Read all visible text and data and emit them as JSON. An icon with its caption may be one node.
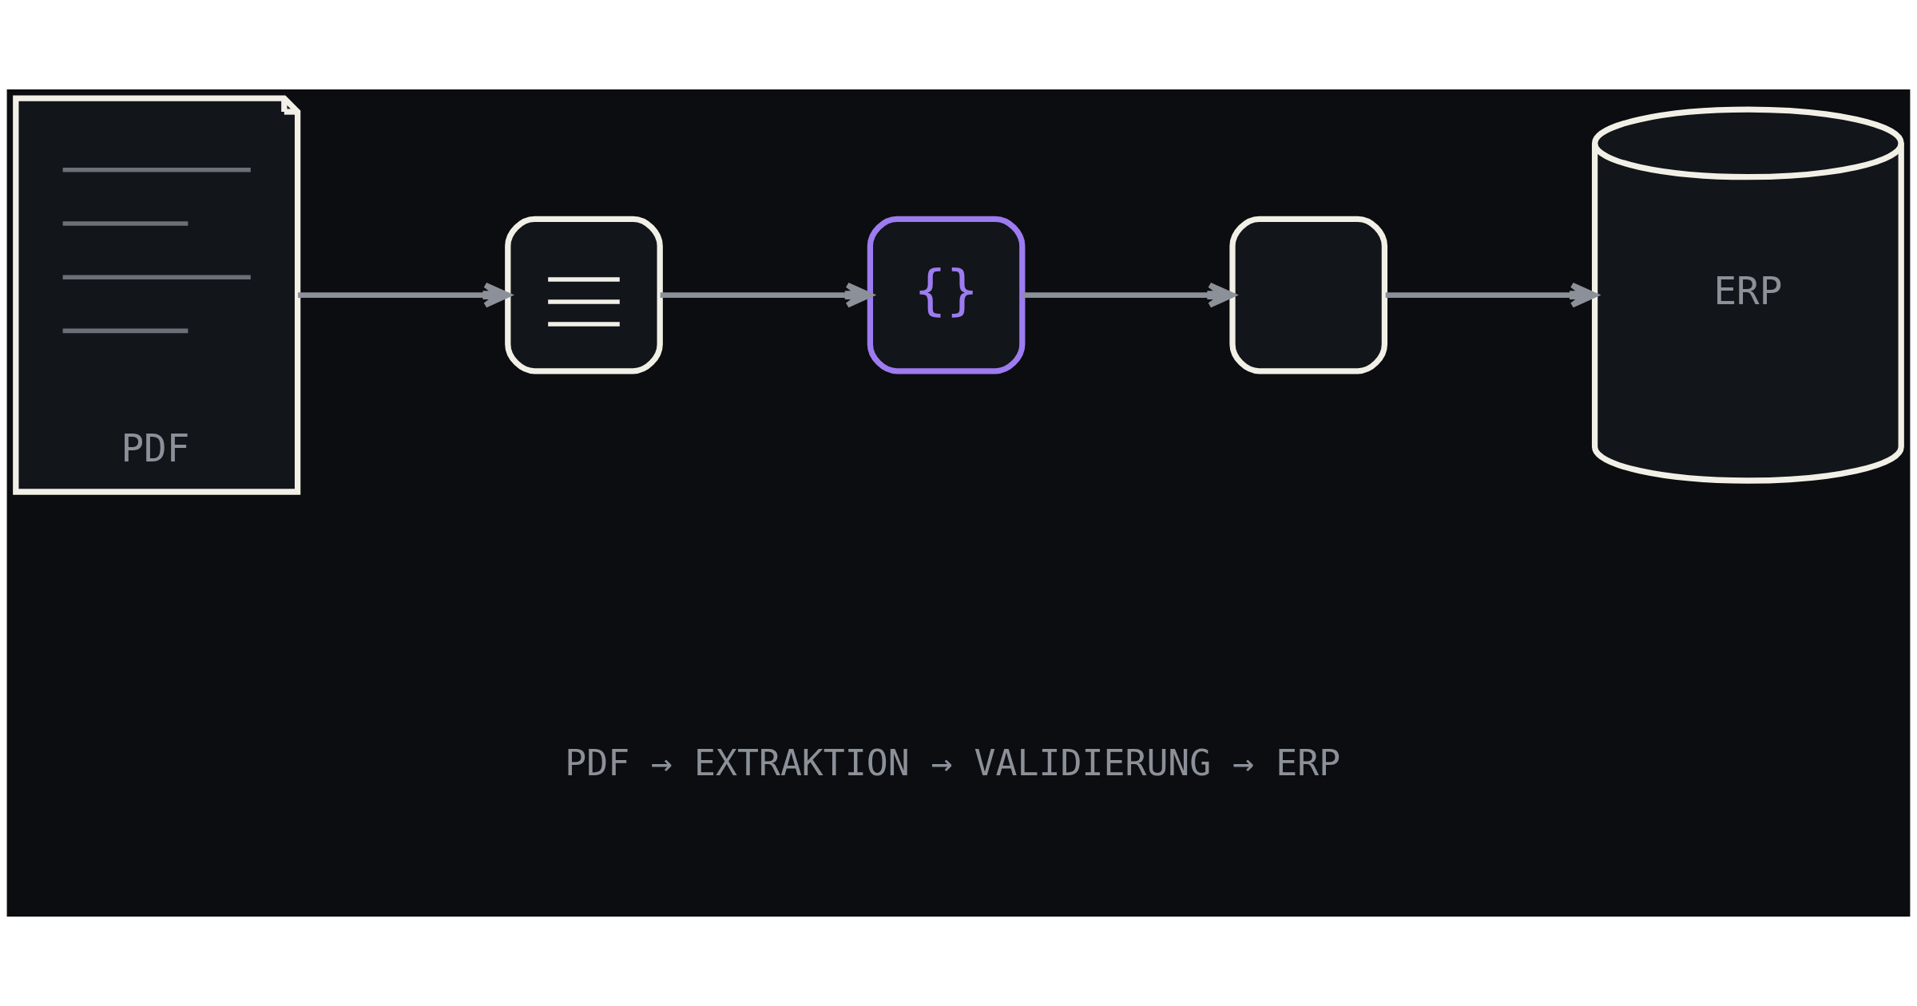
{
  "diagram": {
    "caption": "PDF → EXTRAKTION → VALIDIERUNG → ERP",
    "nodes": [
      {
        "text": [
          "PDF"
        ]
      },
      {
        "text": [],
        "shape": "box"
      },
      {
        "text": [
          "{}"
        ]
      },
      {
        "text": [],
        "shape": "box"
      },
      {
        "text": [
          "ERP"
        ]
      }
    ],
    "edges": [
      {
        "from": 0,
        "to": 1,
        "arrow": "to"
      },
      {
        "from": 1,
        "to": 2,
        "arrow": "to"
      },
      {
        "from": 2,
        "to": 3,
        "arrow": "to"
      },
      {
        "from": 3,
        "to": 4,
        "arrow": "to"
      }
    ]
  }
}
